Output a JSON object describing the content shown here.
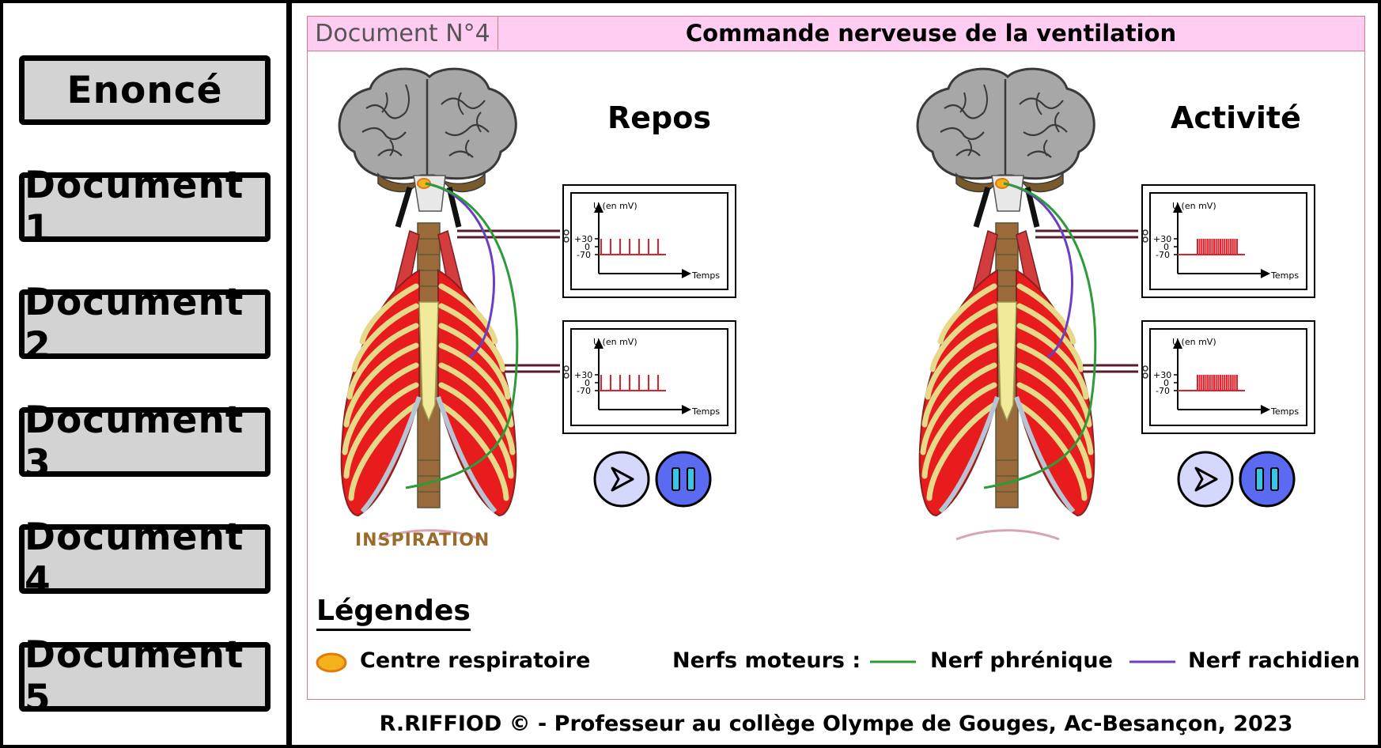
{
  "nav": {
    "items": [
      "Enoncé",
      "Document 1",
      "Document 2",
      "Document 3",
      "Document 4",
      "Document 5"
    ]
  },
  "header": {
    "doc_number": "Document N°4",
    "title": "Commande nerveuse de la ventilation"
  },
  "panels": {
    "rest_label": "Repos",
    "activity_label": "Activité",
    "inspiration_label": "INSPIRATION"
  },
  "graph": {
    "y_label": "U (en mV)",
    "x_label": "Temps",
    "tick_plus30": "+30",
    "tick_zero": "0",
    "tick_minus70": "-70"
  },
  "legend": {
    "title": "Légendes",
    "center": "Centre respiratoire",
    "motor_nerves": "Nerfs moteurs :",
    "phrenic": "Nerf phrénique",
    "spinal": "Nerf rachidien"
  },
  "colors": {
    "phrenic": "#2e9b3a",
    "spinal": "#6a3fc2",
    "spike": "#e0202a",
    "header_bg": "#ffccf2",
    "center": "#f3b21c"
  },
  "footer": "R.RIFFIOD © - Professeur au collège Olympe de Gouges, Ac-Besançon, 2023"
}
